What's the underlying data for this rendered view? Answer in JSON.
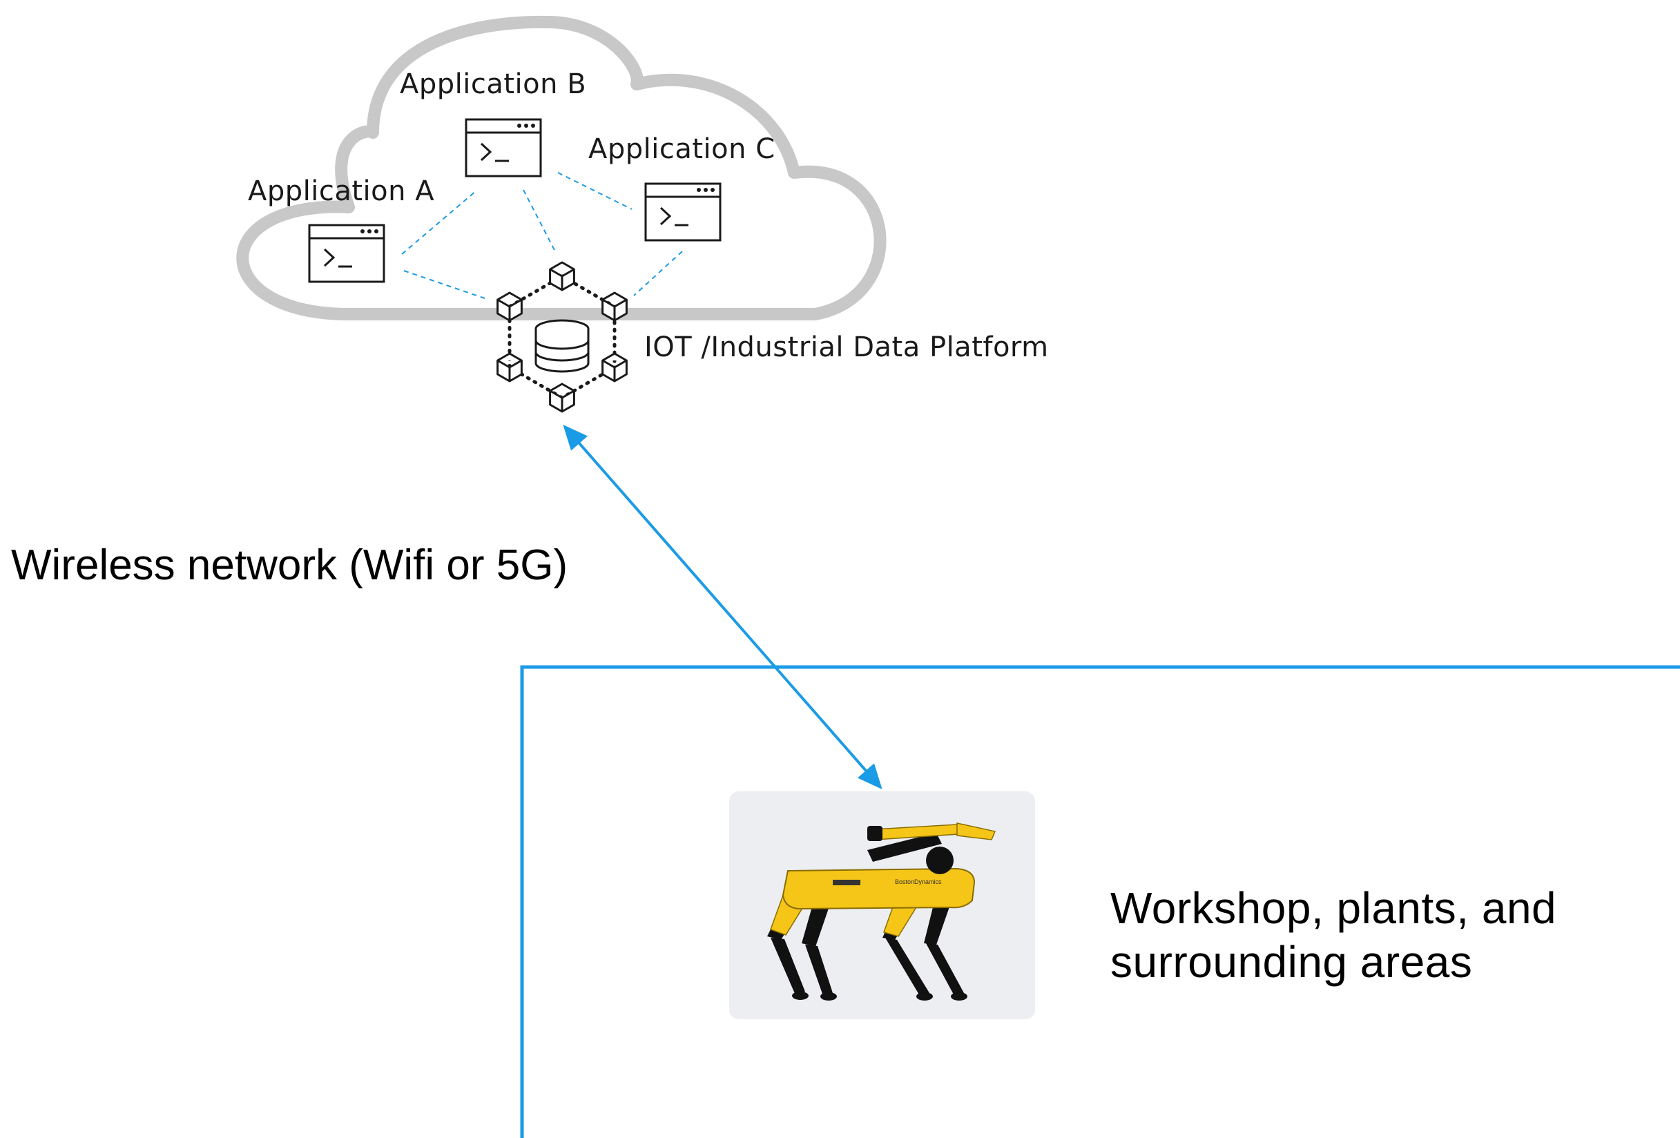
{
  "cloud": {
    "apps": [
      {
        "label": "Application A",
        "icon": "terminal-window-icon"
      },
      {
        "label": "Application B",
        "icon": "terminal-window-icon"
      },
      {
        "label": "Application C",
        "icon": "terminal-window-icon"
      }
    ]
  },
  "platform": {
    "label": "IOT  /Industrial Data Platform",
    "icon": "database-network-hub-icon"
  },
  "network": {
    "label": "Wireless network (Wifi or 5G)",
    "color": "#1a9be6"
  },
  "area": {
    "lines": [
      "Workshop, plants, and",
      "surrounding areas"
    ],
    "border_color": "#1a9be6"
  },
  "robot": {
    "icon": "quadruped-robot-icon",
    "badge_text": "BostonDynamics",
    "body_color": "#f5c518"
  }
}
